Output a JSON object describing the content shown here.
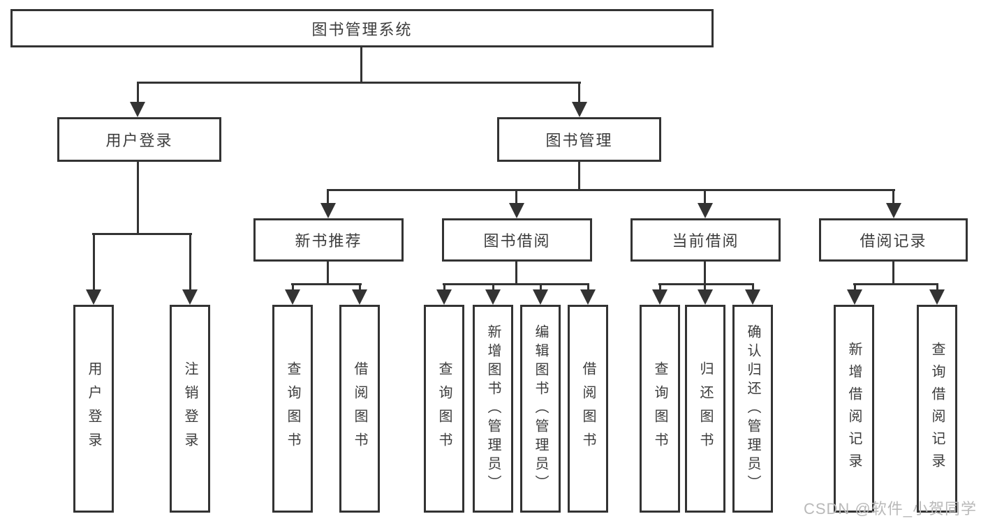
{
  "diagram": {
    "root": {
      "label": "图书管理系统"
    },
    "level2": [
      {
        "label": "用户登录"
      },
      {
        "label": "图书管理"
      }
    ],
    "level3": [
      {
        "label": "新书推荐"
      },
      {
        "label": "图书借阅"
      },
      {
        "label": "当前借阅"
      },
      {
        "label": "借阅记录"
      }
    ],
    "leaves": {
      "user_login": [
        "用户登录",
        "注销登录"
      ],
      "new_books": [
        "查询图书",
        "借阅图书"
      ],
      "book_borrow": [
        "查询图书",
        "新增图书（管理员）",
        "编辑图书（管理员）",
        "借阅图书"
      ],
      "current_borrow": [
        "查询图书",
        "归还图书",
        "确认归还（管理员）"
      ],
      "borrow_records": [
        "新增借阅记录",
        "查询借阅记录"
      ]
    }
  },
  "watermark": {
    "text": "CSDN @软件_小贺同学"
  },
  "colors": {
    "line": "#333333",
    "text": "#3c3c3c",
    "watermark": "#b9b9b9",
    "background": "#ffffff"
  }
}
